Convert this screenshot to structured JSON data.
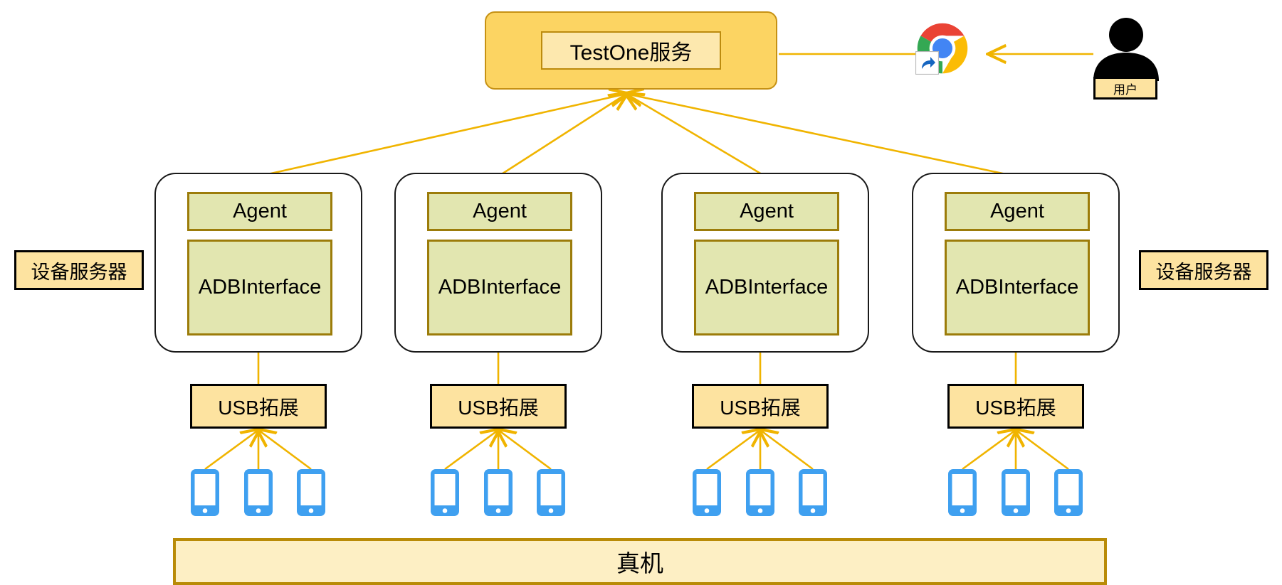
{
  "diagram": {
    "title_node": {
      "label": "TestOne服务",
      "fill": "#FCD462",
      "inner_fill": "#FDE8AE",
      "border": "#C69113"
    },
    "actor": {
      "browser_icon": "chrome-icon",
      "browser_shortcut_badge": "shortcut-arrow-icon",
      "person_icon": "user-silhouette-icon",
      "person_label": "用户"
    },
    "side_labels": {
      "left": "设备服务器",
      "right": "设备服务器",
      "fill": "#FDE3A0",
      "border": "#000000"
    },
    "servers": [
      {
        "agent": "Agent",
        "adb_line1": "ADB",
        "adb_line2": "Interface",
        "usb": "USB拓展",
        "phones": 3
      },
      {
        "agent": "Agent",
        "adb_line1": "ADB",
        "adb_line2": "Interface",
        "usb": "USB拓展",
        "phones": 3
      },
      {
        "agent": "Agent",
        "adb_line1": "ADB",
        "adb_line2": "Interface",
        "usb": "USB拓展",
        "phones": 3
      },
      {
        "agent": "Agent",
        "adb_line1": "ADB",
        "adb_line2": "Interface",
        "usb": "USB拓展",
        "phones": 3
      }
    ],
    "component_colors": {
      "agent_fill": "#E2E6B0",
      "agent_border": "#9C7C0A",
      "usb_fill": "#FDE3A0",
      "usb_border": "#000000",
      "phone_color": "#3FA0F0",
      "connector_color": "#F0B400",
      "server_border": "#1a1a1a"
    },
    "bottom_bar": {
      "label": "真机",
      "fill": "#FDEFC4",
      "border": "#B98B07"
    }
  }
}
